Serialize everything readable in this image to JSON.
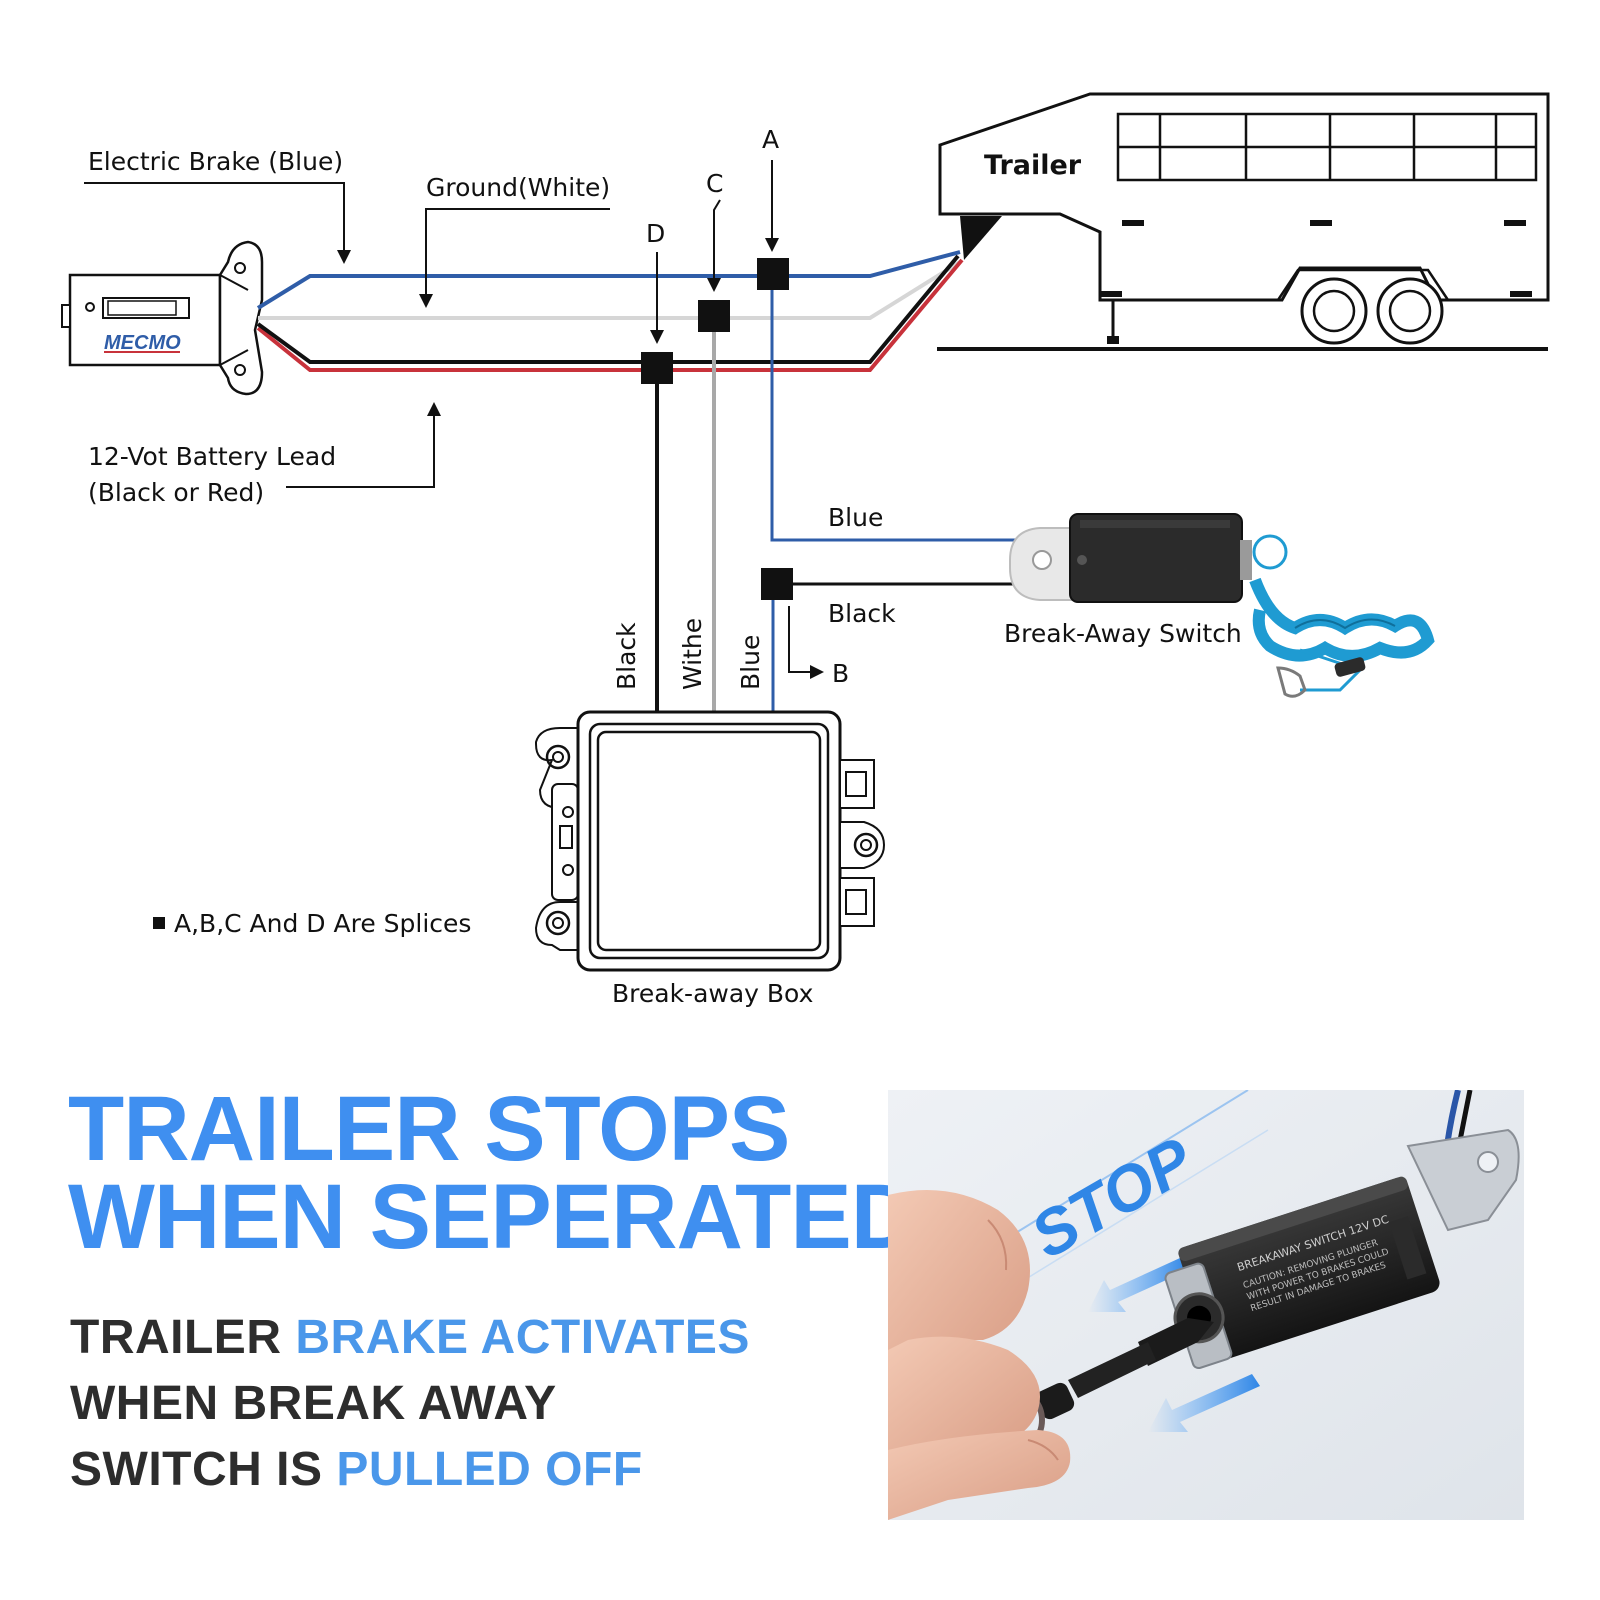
{
  "diagram": {
    "labels": {
      "electric_brake": "Electric Brake (Blue)",
      "ground": "Ground(White)",
      "battery_line1": "12-Vot Battery Lead",
      "battery_line2": "(Black or Red)",
      "splice_a": "A",
      "splice_b": "B",
      "splice_c": "C",
      "splice_d": "D",
      "trailer": "Trailer",
      "blue": "Blue",
      "black": "Black",
      "switch": "Break-Away Switch",
      "wire_black": "Black",
      "wire_white": "Withe",
      "wire_blue": "Blue",
      "splices_note": "A,B,C And D Are Splices",
      "box": "Break-away Box"
    },
    "logo_text": "MECMO",
    "colors": {
      "blue_wire": "#2f5da8",
      "white_wire": "#d6d6d6",
      "red_wire": "#c8323b",
      "black_wire": "#111111",
      "gray_wire": "#a8a8a8",
      "coil": "#1f9bd2"
    }
  },
  "promo": {
    "headline_line1": "TRAILER STOPS",
    "headline_line2": "WHEN SEPERATED",
    "sub_line1_a": "TRAILER",
    "sub_line1_b": "BRAKE ACTIVATES",
    "sub_line2": "WHEN BREAK AWAY",
    "sub_line3_a": "SWITCH IS",
    "sub_line3_b": "PULLED OFF"
  },
  "photo": {
    "stop_text": "STOP",
    "device_line1": "BREAKAWAY SWITCH 12V DC",
    "device_line2": "CAUTION: REMOVING PLUNGER",
    "device_line3": "WITH POWER TO BRAKES COULD",
    "device_line4": "RESULT IN DAMAGE TO BRAKES"
  }
}
